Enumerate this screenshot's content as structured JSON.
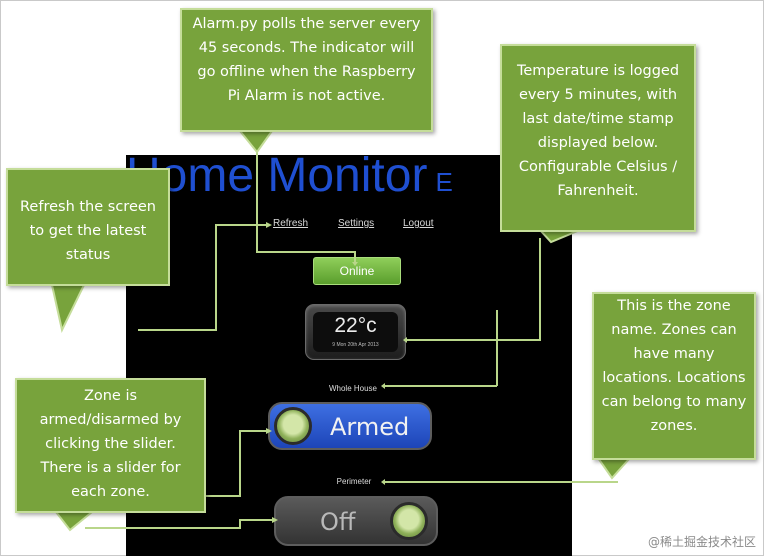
{
  "app": {
    "title": "Home Monitor",
    "title_suffix": "E",
    "nav": {
      "refresh": "Refresh",
      "settings": "Settings",
      "logout": "Logout"
    },
    "status": "Online",
    "temperature": {
      "value": "22°c",
      "timestamp": "9 Mon   20th Apr 2013"
    },
    "zones": [
      {
        "name": "Whole House",
        "state": "Armed"
      },
      {
        "name": "Perimeter",
        "state": "Off"
      }
    ]
  },
  "callouts": {
    "alarm": "Alarm.py polls the server every 45 seconds. The indicator will go offline when the Raspberry Pi Alarm is not active.",
    "temperature": "Temperature is logged every 5 minutes, with last date/time stamp displayed below. Configurable Celsius / Fahrenheit.",
    "refresh": "Refresh the screen to get the latest status",
    "zone_name": "This is the zone name. Zones can have many locations. Locations can belong to many zones.",
    "slider": "Zone is armed/disarmed by clicking the slider. There is a slider for each zone."
  },
  "watermark": "@稀土掘金技术社区",
  "colors": {
    "callout_bg": "#78a33c",
    "accent_blue": "#1f4fd1",
    "online_green": "#6fb33f"
  }
}
